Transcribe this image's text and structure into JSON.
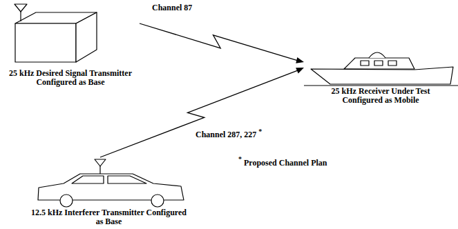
{
  "diagram": {
    "nodes": [
      {
        "text": [
          "25 kHz Desired Signal Transmitter Configured as Base"
        ]
      },
      {
        "text": [
          "25 kHz Receiver Under Test Configured as Mobile"
        ]
      },
      {
        "text": [
          "12.5 kHz Interferer Transmitter Configured as Base"
        ]
      }
    ],
    "edges": [
      {
        "from": 0,
        "to": 1,
        "arrow": "to",
        "label": "Channel 87"
      },
      {
        "from": 2,
        "to": 1,
        "arrow": "to",
        "label": "Channel 287, 227"
      }
    ],
    "labels": [
      "*",
      "*",
      "Proposed Channel Plan"
    ]
  }
}
